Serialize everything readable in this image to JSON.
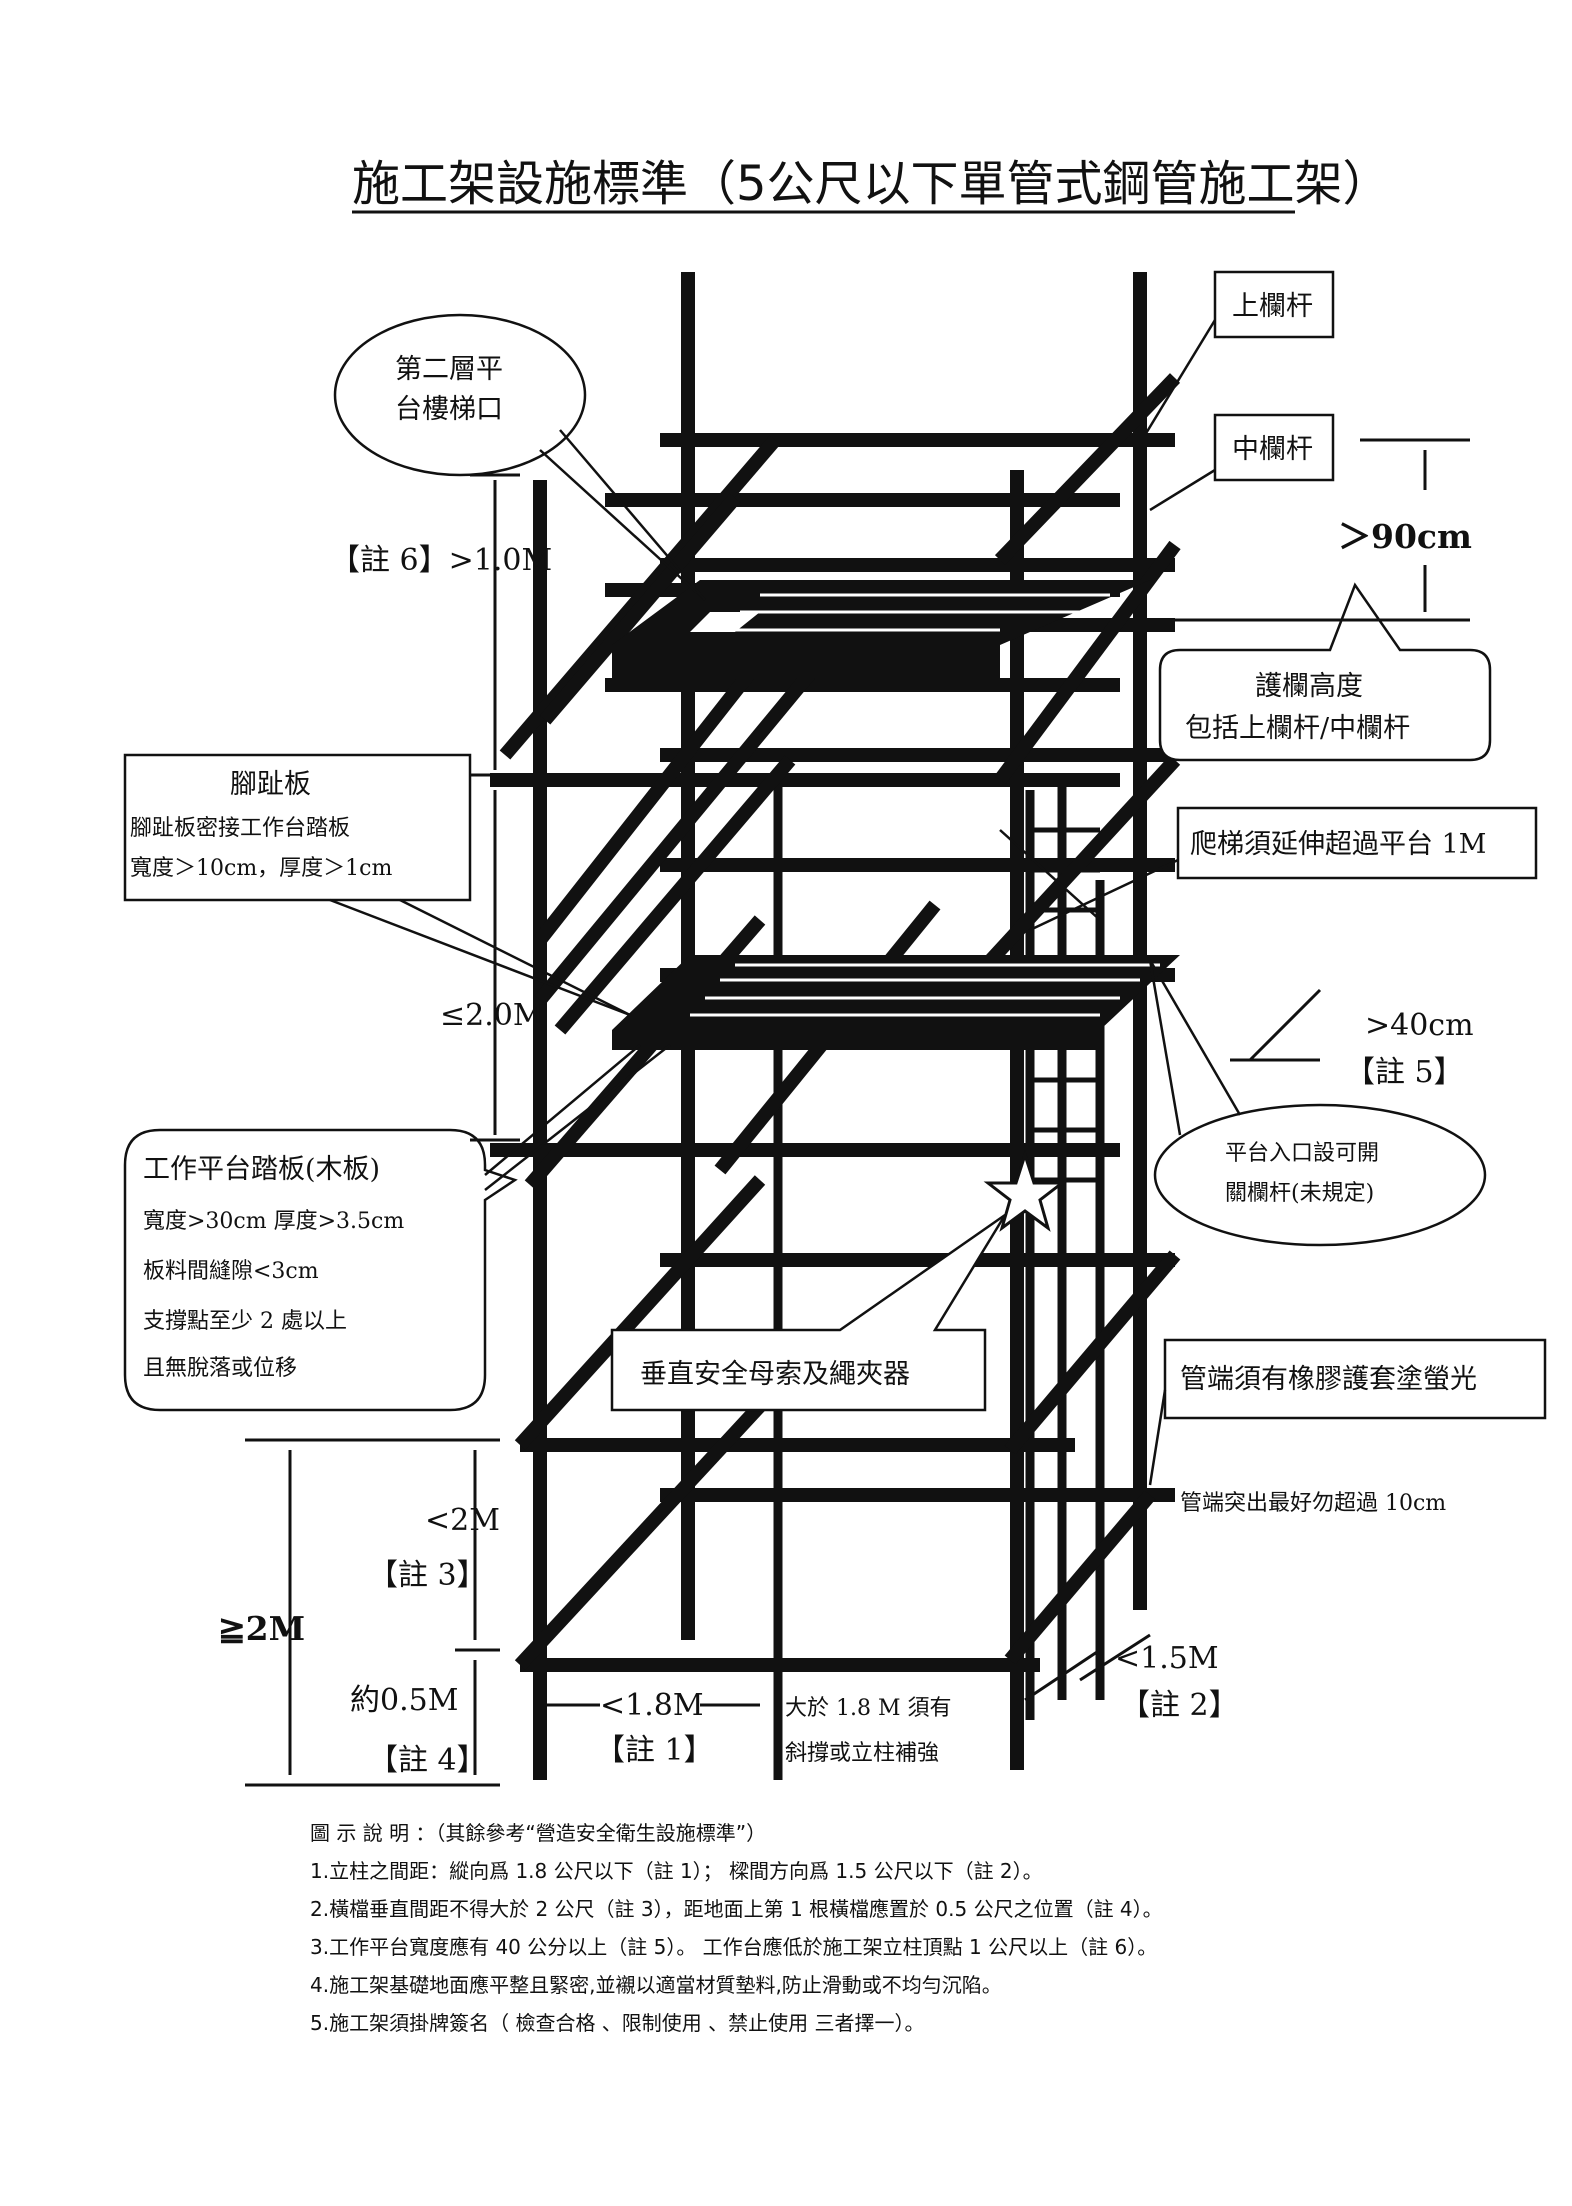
{
  "title": "施工架設施標準（5公尺以下單管式鋼管施工架）",
  "callouts": {
    "second_level_stair": [
      "第二層平",
      "台樓梯口"
    ],
    "top_rail": "上欄杆",
    "mid_rail": "中欄杆",
    "guard_height": [
      "護欄高度",
      "包括上欄杆/中欄杆"
    ],
    "toe_board": [
      "腳趾板",
      "腳趾板密接工作台踏板",
      "寬度＞10cm，厚度＞1cm"
    ],
    "ladder": "爬梯須延伸超過平台 1M",
    "platform_entrance": [
      "平台入口設可開",
      "關欄杆(未規定)"
    ],
    "work_platform": [
      "工作平台踏板(木板)",
      "寬度>30cm  厚度>3.5cm",
      "板料間縫隙<3cm",
      "支撐點至少 2 處以上",
      "且無脫落或位移"
    ],
    "lifeline": "垂直安全母索及繩夾器",
    "pipe_cap": "管端須有橡膠護套塗螢光",
    "pipe_protrude": "管端突出最好勿超過 10cm",
    "diagonal_brace": [
      "大於 1.8 M 須有",
      "斜撐或立柱補強"
    ]
  },
  "dimensions": {
    "gt_90cm": "＞90cm",
    "note6_1m": "【註 6】>1.0M",
    "le_2m": "≤2.0M",
    "gt_40cm": ">40cm",
    "note5": "【註 5】",
    "lt_2m": "<2M",
    "note3": "【註 3】",
    "ge_2m": "≧2M",
    "approx_05m": "約0.5M",
    "note4": "【註 4】",
    "lt_18m": "<1.8M",
    "note1": "【註 1】",
    "lt_15m": "<1.5M",
    "note2": "【註 2】"
  },
  "legend": {
    "heading": "圖 示 說 明 ：（其餘參考“營造安全衛生設施標準”）",
    "items": [
      "1.立柱之間距：縱向爲 1.8 公尺以下（註 1）；  樑間方向爲 1.5 公尺以下（註 2）。",
      "2.橫檔垂直間距不得大於 2 公尺（註 3），距地面上第 1 根橫檔應置於 0.5 公尺之位置（註 4）。",
      "3.工作平台寬度應有 40 公分以上（註 5）。  工作台應低於施工架立柱頂點 1 公尺以上（註 6）。",
      "4.施工架基礎地面應平整且緊密,並襯以適當材質墊料,防止滑動或不均勻沉陷。",
      "5.施工架須掛牌簽名（ 檢查合格  、限制使用  、禁止使用  三者擇一）。"
    ]
  }
}
